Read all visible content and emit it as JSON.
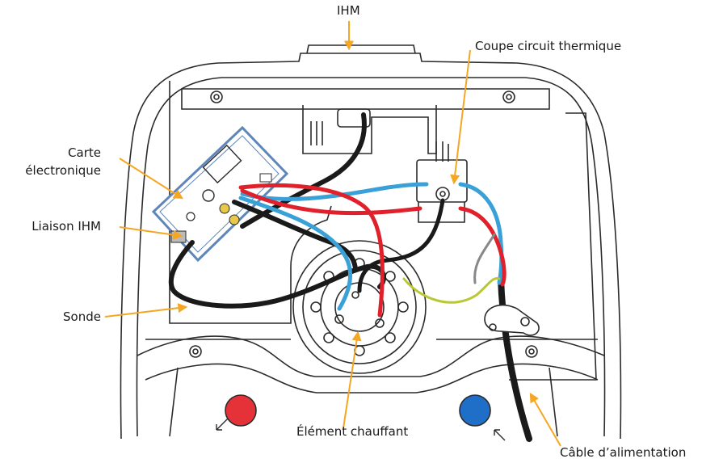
{
  "labels": {
    "ihm": "IHM",
    "coupe_circuit": "Coupe circuit thermique",
    "carte_line1": "Carte",
    "carte_line2": "électronique",
    "liaison_ihm": "Liaison IHM",
    "sonde": "Sonde",
    "element": "Élément chauffant",
    "cable": "Câble d’alimentation"
  },
  "colors": {
    "arrow": "#f5a623",
    "outline": "#2b2b2b",
    "wire_black": "#1a1a1a",
    "wire_blue": "#3aa0d8",
    "wire_red": "#e0202a",
    "wire_green_yellow": "#b9c832",
    "board": "#5f86b8",
    "hot_button": "#e53238",
    "cold_button": "#1f6fc9"
  }
}
